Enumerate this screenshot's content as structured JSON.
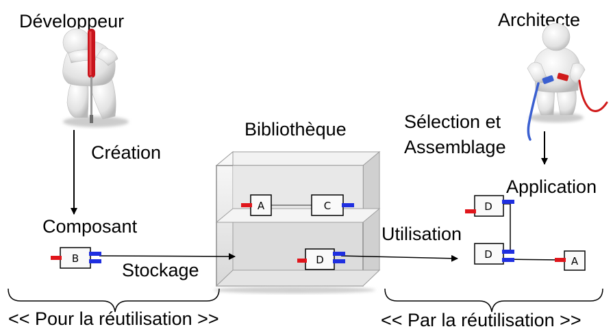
{
  "labels": {
    "developer": "Développeur",
    "architect": "Architecte",
    "creation": "Création",
    "library": "Bibliothèque",
    "selection_line1": "Sélection et",
    "selection_line2": "Assemblage",
    "component": "Composant",
    "application": "Application",
    "usage": "Utilisation",
    "storage": "Stockage",
    "for_reuse": "<< Pour la réutilisation >>",
    "by_reuse": "<< Par la réutilisation >>"
  },
  "components": {
    "b": "B",
    "a_library": "A",
    "c_library": "C",
    "d_library": "D",
    "d_app_top": "D",
    "d_app_bottom": "D",
    "a_app": "A"
  },
  "colors": {
    "provided_port": "#1f2fe0",
    "required_port": "#e0151b",
    "figure_body": "#e8e8e8",
    "tool_red": "#c0121a",
    "shelf_fill": "#e6e6e6"
  },
  "icons": [
    "developer-figure-icon",
    "architect-figure-icon"
  ]
}
